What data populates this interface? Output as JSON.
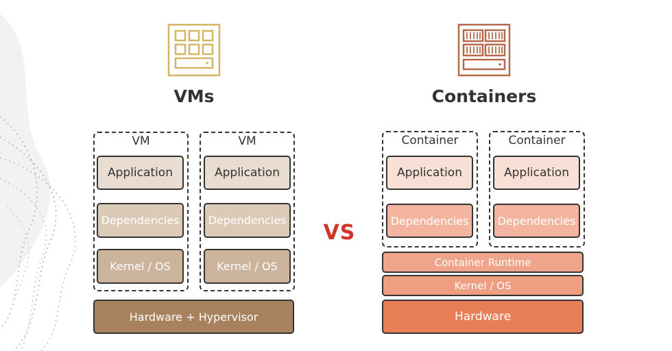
{
  "left": {
    "title": "VMs",
    "units": [
      {
        "label": "VM",
        "layers": [
          "Application",
          "Dependencies",
          "Kernel / OS"
        ]
      },
      {
        "label": "VM",
        "layers": [
          "Application",
          "Dependencies",
          "Kernel / OS"
        ]
      }
    ],
    "base_layer": "Hardware + Hypervisor"
  },
  "separator": "VS",
  "right": {
    "title": "Containers",
    "units": [
      {
        "label": "Container",
        "layers": [
          "Application",
          "Dependencies"
        ]
      },
      {
        "label": "Container",
        "layers": [
          "Application",
          "Dependencies"
        ]
      }
    ],
    "shared_layers": [
      "Container Runtime",
      "Kernel / OS"
    ],
    "base_layer": "Hardware"
  },
  "colors": {
    "vm_icon": "#d4b564",
    "container_icon": "#b5694a",
    "vm_application": "#e8ddd0",
    "vm_dependencies": "#dbcab6",
    "vm_kernel": "#ccb49c",
    "vm_hardware": "#a8825e",
    "ct_application": "#f9e0d6",
    "ct_dependencies": "#f3b59f",
    "ct_runtime": "#eea58a",
    "ct_kernel": "#ee9e81",
    "ct_hardware": "#e87f56",
    "vs": "#d0352a"
  }
}
